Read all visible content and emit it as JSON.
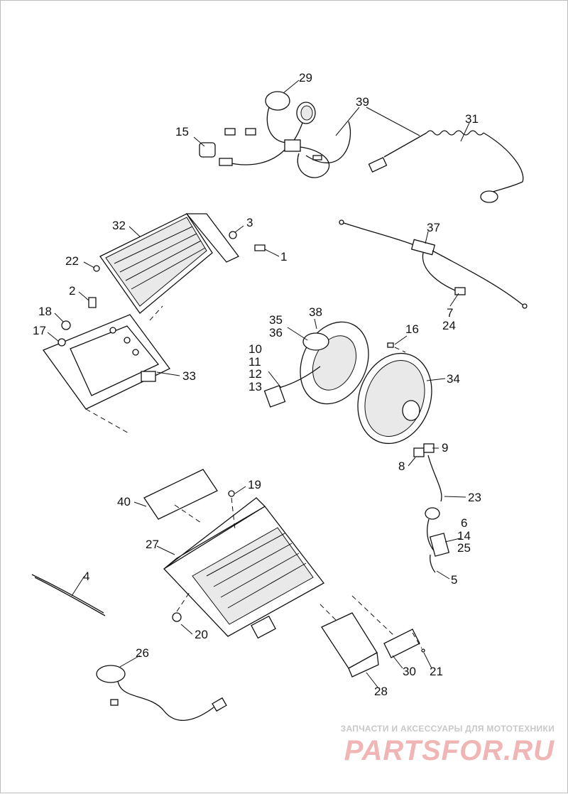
{
  "diagram": {
    "callouts": [
      {
        "id": "29",
        "text": "29"
      },
      {
        "id": "39",
        "text": "39"
      },
      {
        "id": "31",
        "text": "31"
      },
      {
        "id": "15",
        "text": "15"
      },
      {
        "id": "32",
        "text": "32"
      },
      {
        "id": "3",
        "text": "3"
      },
      {
        "id": "1",
        "text": "1"
      },
      {
        "id": "22",
        "text": "22"
      },
      {
        "id": "2",
        "text": "2"
      },
      {
        "id": "18",
        "text": "18"
      },
      {
        "id": "17",
        "text": "17"
      },
      {
        "id": "33",
        "text": "33"
      },
      {
        "id": "37",
        "text": "37"
      },
      {
        "id": "7",
        "text": "7"
      },
      {
        "id": "24",
        "text": "24"
      },
      {
        "id": "35",
        "text": "35"
      },
      {
        "id": "36",
        "text": "36"
      },
      {
        "id": "38",
        "text": "38"
      },
      {
        "id": "16",
        "text": "16"
      },
      {
        "id": "10",
        "text": "10"
      },
      {
        "id": "11",
        "text": "11"
      },
      {
        "id": "12",
        "text": "12"
      },
      {
        "id": "13",
        "text": "13"
      },
      {
        "id": "34",
        "text": "34"
      },
      {
        "id": "9",
        "text": "9"
      },
      {
        "id": "8",
        "text": "8"
      },
      {
        "id": "23",
        "text": "23"
      },
      {
        "id": "6",
        "text": "6"
      },
      {
        "id": "14",
        "text": "14"
      },
      {
        "id": "25",
        "text": "25"
      },
      {
        "id": "5",
        "text": "5"
      },
      {
        "id": "40",
        "text": "40"
      },
      {
        "id": "19",
        "text": "19"
      },
      {
        "id": "27",
        "text": "27"
      },
      {
        "id": "4",
        "text": "4"
      },
      {
        "id": "20",
        "text": "20"
      },
      {
        "id": "26",
        "text": "26"
      },
      {
        "id": "30",
        "text": "30"
      },
      {
        "id": "21",
        "text": "21"
      },
      {
        "id": "28",
        "text": "28"
      }
    ]
  },
  "watermark": {
    "tagline": "ЗАПЧАСТИ И АКСЕССУАРЫ ДЛЯ МОТОТЕХНИКИ",
    "brand": "PARTSFOR.RU",
    "brand_color": "#f0b5b5"
  }
}
